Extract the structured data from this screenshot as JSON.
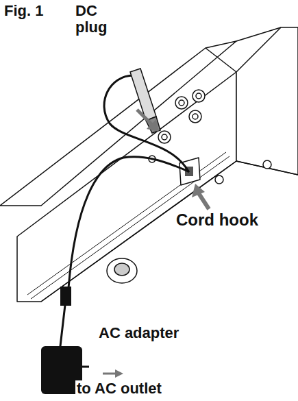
{
  "diagram": {
    "title": "Fig. 1",
    "labels": [
      "DC plug",
      "Cord hook",
      "AC adapter",
      "to AC outlet"
    ]
  }
}
